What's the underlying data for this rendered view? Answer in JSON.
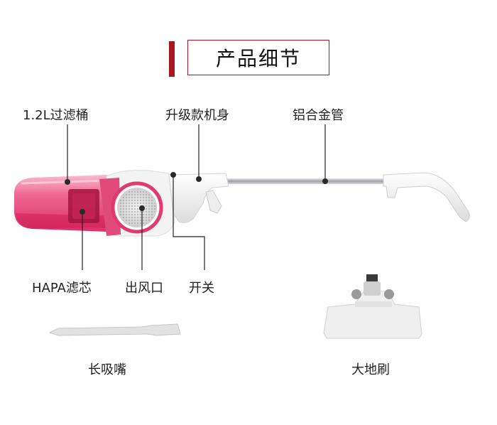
{
  "header": {
    "title": "产品细节"
  },
  "labels": {
    "filter_bucket": "1.2L过滤桶",
    "upgraded_body": "升级款机身",
    "aluminum_tube": "铝合金管",
    "hepa_filter": "HAPA滤芯",
    "air_outlet": "出风口",
    "switch": "开关",
    "long_nozzle": "长吸嘴",
    "floor_brush": "大地刷"
  },
  "colors": {
    "accent": "#a8161f",
    "canister": "#e8326e",
    "canister_light": "#f6a9c4",
    "body": "#f4f4f4",
    "metal": "#b9bcc0"
  }
}
